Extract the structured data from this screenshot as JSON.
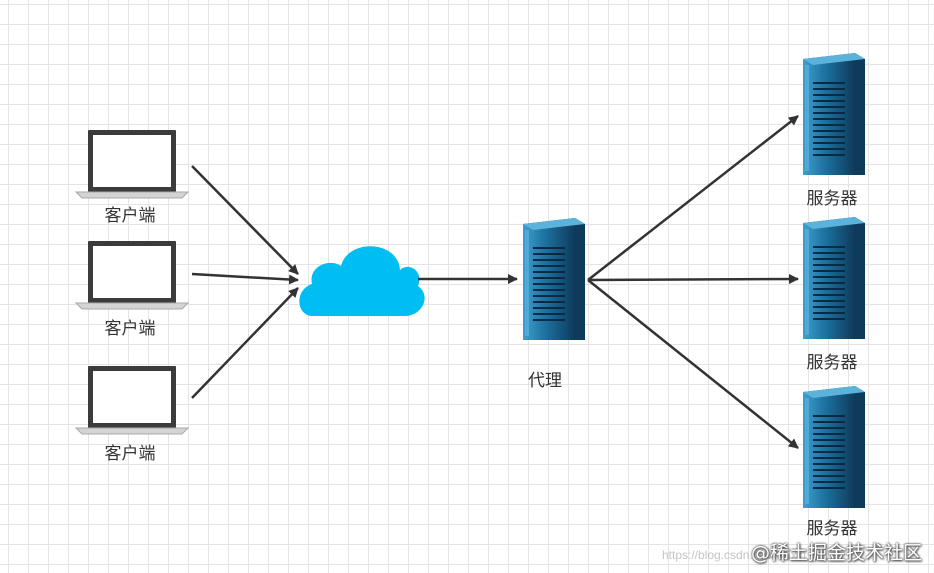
{
  "diagram": {
    "clients": [
      {
        "label": "客户端"
      },
      {
        "label": "客户端"
      },
      {
        "label": "客户端"
      }
    ],
    "proxy": {
      "label": "代理"
    },
    "servers": [
      {
        "label": "服务器"
      },
      {
        "label": "服务器"
      },
      {
        "label": "服务器"
      }
    ]
  },
  "watermark": {
    "url": "https://blog.csdn.net/weixin_",
    "brand": "@稀土掘金技术社区"
  },
  "colors": {
    "cloud": "#00BEF2",
    "server_dark": "#0E3A5C",
    "server_mid": "#1B6F9C",
    "server_light": "#3E9FCF",
    "arrow": "#333333",
    "laptop_frame": "#3b3b3b"
  }
}
